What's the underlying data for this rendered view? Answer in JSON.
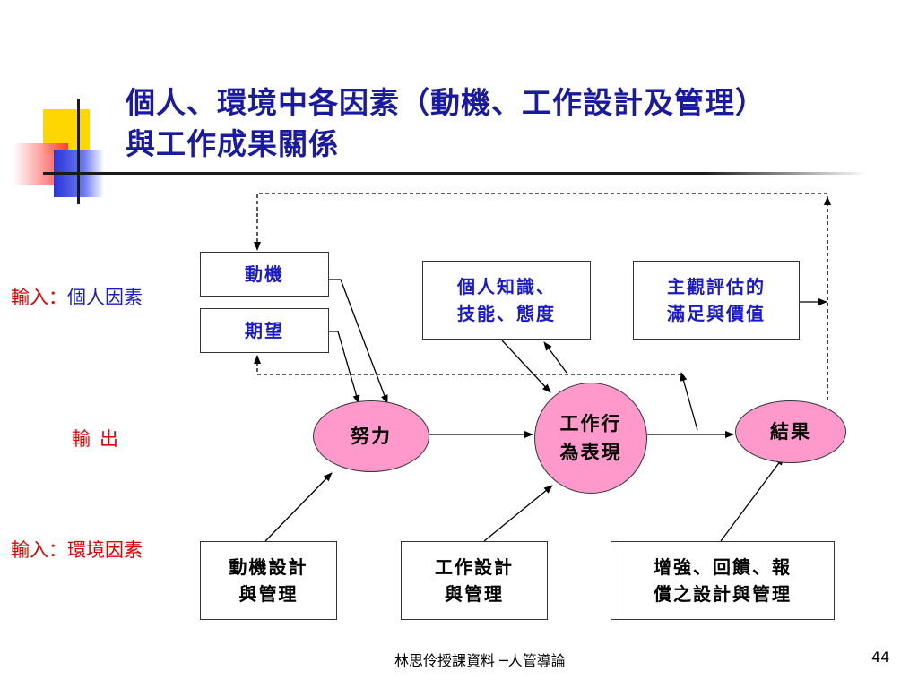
{
  "title": {
    "line1": "個人、環境中各因素（動機、工作設計及管理）",
    "line2": "與工作成果關係"
  },
  "side_labels": {
    "input_personal_prefix": "輸入：",
    "input_personal_text": "個人因素",
    "output": "輸出",
    "input_env_prefix": "輸入：",
    "input_env_text": "環境因素"
  },
  "boxes": {
    "motivation": "動機",
    "expectation": "期望",
    "knowledge_skill_attitude": "個人知識、\n技能、態度",
    "subjective_satisfaction": "主觀評估的\n滿足與價值",
    "motivation_design": "動機設計\n與管理",
    "work_design": "工作設計\n與管理",
    "reward_design": "增強、回饋、報\n償之設計與管理"
  },
  "nodes": {
    "effort": "努力",
    "performance": "工作行\n為表現",
    "result": "結果"
  },
  "colors": {
    "title": "#1a1aa0",
    "label_red": "#e00000",
    "label_blue": "#1a1ac8",
    "node_fill": "#ff99cc"
  },
  "footer": {
    "text": "林思伶授課資料 ─人管導論",
    "page": "44"
  }
}
